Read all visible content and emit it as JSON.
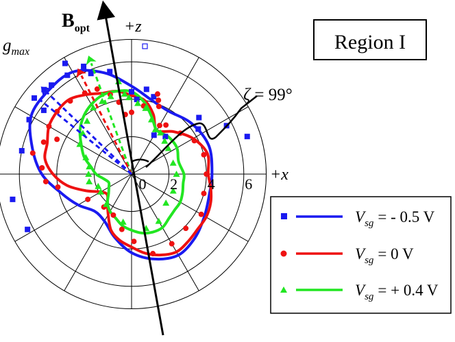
{
  "chart_data": {
    "type": "scatter",
    "coordinate_system": "polar",
    "region_label": "Region I",
    "axes": {
      "vertical_label": "+z",
      "horizontal_label": "+x",
      "radial_ticks": [
        0,
        2,
        4,
        6
      ],
      "radial_max": 7.2,
      "grid": true
    },
    "annotations": {
      "b_field": {
        "main": "B",
        "sub": "opt"
      },
      "g_max": {
        "main": "g",
        "sub": "max"
      },
      "zeta": {
        "symbol": "ζ",
        "text": " = 99°"
      }
    },
    "legend": {
      "position": "bottom-right",
      "entries": [
        {
          "var": "V",
          "sub": "sg",
          "text": "= - 0.5 V"
        },
        {
          "var": "V",
          "sub": "sg",
          "text": "= 0 V"
        },
        {
          "var": "V",
          "sub": "sg",
          "text": "= + 0.4 V"
        }
      ]
    },
    "series": [
      {
        "marker": "square",
        "color": "#1a1af0",
        "points": [
          [
            114,
            6.3
          ],
          [
            121,
            6.9
          ],
          [
            132,
            6.4
          ],
          [
            136,
            6.5
          ],
          [
            142,
            6.6
          ],
          [
            152,
            6.2
          ],
          [
            168,
            6.0
          ],
          [
            192,
            6.5
          ],
          [
            208,
            6.3
          ],
          [
            102,
            5.6
          ],
          [
            90,
            4.4
          ],
          [
            80,
            4.6
          ],
          [
            74,
            4.3
          ],
          [
            60,
            2.4
          ],
          [
            48,
            2.7
          ],
          [
            34,
            4.3
          ],
          [
            27,
            5.7
          ],
          [
            112,
            5.8
          ],
          [
            123,
            6.3
          ],
          [
            144,
            5.8
          ],
          [
            86,
            4.0
          ],
          [
            40,
            4.7
          ],
          [
            18,
            6.5
          ]
        ],
        "curve": [
          [
            0,
            4.3
          ],
          [
            20,
            4.4
          ],
          [
            40,
            4.2
          ],
          [
            60,
            3.9
          ],
          [
            75,
            4.1
          ],
          [
            90,
            4.7
          ],
          [
            105,
            5.6
          ],
          [
            120,
            6.3
          ],
          [
            135,
            6.3
          ],
          [
            150,
            6.2
          ],
          [
            165,
            5.5
          ],
          [
            180,
            4.8
          ],
          [
            195,
            3.9
          ],
          [
            210,
            3.3
          ],
          [
            225,
            2.8
          ],
          [
            240,
            2.9
          ],
          [
            255,
            3.5
          ],
          [
            270,
            4.2
          ],
          [
            285,
            4.7
          ],
          [
            300,
            5.0
          ],
          [
            315,
            4.8
          ],
          [
            330,
            4.5
          ],
          [
            345,
            4.3
          ]
        ]
      },
      {
        "marker": "circle",
        "color": "#ee1111",
        "points": [
          [
            70,
            4.2
          ],
          [
            80,
            3.7
          ],
          [
            90,
            3.3
          ],
          [
            96,
            3.2
          ],
          [
            105,
            4.4
          ],
          [
            112,
            4.9
          ],
          [
            120,
            5.0
          ],
          [
            130,
            5.1
          ],
          [
            140,
            5.2
          ],
          [
            150,
            5.1
          ],
          [
            160,
            5.0
          ],
          [
            168,
            5.4
          ],
          [
            176,
            4.8
          ],
          [
            190,
            4.0
          ],
          [
            210,
            2.7
          ],
          [
            230,
            2.3
          ],
          [
            246,
            2.4
          ],
          [
            260,
            3.0
          ],
          [
            272,
            3.6
          ],
          [
            285,
            4.4
          ],
          [
            300,
            4.3
          ],
          [
            315,
            4.1
          ],
          [
            330,
            4.3
          ],
          [
            345,
            4.0
          ],
          [
            0,
            4.0
          ],
          [
            15,
            4.0
          ],
          [
            28,
            3.8
          ],
          [
            40,
            3.4
          ],
          [
            55,
            3.2
          ],
          [
            60,
            3.0
          ],
          [
            100,
            3.9
          ],
          [
            155,
            4.4
          ],
          [
            185,
            4.6
          ],
          [
            72,
            4.5
          ],
          [
            68,
            3.9
          ]
        ],
        "curve": [
          [
            0,
            4.1
          ],
          [
            15,
            4.2
          ],
          [
            30,
            3.8
          ],
          [
            45,
            3.2
          ],
          [
            60,
            2.7
          ],
          [
            70,
            3.4
          ],
          [
            80,
            4.0
          ],
          [
            90,
            4.2
          ],
          [
            100,
            4.5
          ],
          [
            110,
            4.6
          ],
          [
            120,
            4.9
          ],
          [
            130,
            5.2
          ],
          [
            140,
            5.2
          ],
          [
            150,
            5.1
          ],
          [
            160,
            4.8
          ],
          [
            170,
            4.7
          ],
          [
            180,
            4.2
          ],
          [
            190,
            3.5
          ],
          [
            200,
            2.6
          ],
          [
            210,
            1.9
          ],
          [
            220,
            1.7
          ],
          [
            230,
            2.0
          ],
          [
            240,
            2.5
          ],
          [
            250,
            3.2
          ],
          [
            260,
            3.6
          ],
          [
            270,
            3.9
          ],
          [
            280,
            4.3
          ],
          [
            290,
            4.6
          ],
          [
            300,
            4.8
          ],
          [
            310,
            4.7
          ],
          [
            320,
            4.6
          ],
          [
            330,
            4.6
          ],
          [
            340,
            4.5
          ],
          [
            350,
            4.3
          ]
        ]
      },
      {
        "marker": "triangle",
        "color": "#22e622",
        "points": [
          [
            95,
            4.3
          ],
          [
            105,
            4.3
          ],
          [
            112,
            4.2
          ],
          [
            120,
            4.1
          ],
          [
            130,
            3.7
          ],
          [
            140,
            3.4
          ],
          [
            150,
            3.2
          ],
          [
            160,
            2.6
          ],
          [
            170,
            2.3
          ],
          [
            180,
            2.3
          ],
          [
            190,
            2.3
          ],
          [
            200,
            1.9
          ],
          [
            210,
            1.9
          ],
          [
            230,
            2.1
          ],
          [
            260,
            2.6
          ],
          [
            285,
            3.0
          ],
          [
            300,
            2.9
          ],
          [
            320,
            2.4
          ],
          [
            338,
            2.4
          ],
          [
            0,
            2.4
          ],
          [
            15,
            2.3
          ],
          [
            35,
            2.4
          ],
          [
            45,
            2.5
          ],
          [
            55,
            2.7
          ],
          [
            62,
            2.7
          ],
          [
            70,
            3.1
          ],
          [
            78,
            3.6
          ],
          [
            85,
            3.8
          ],
          [
            92,
            4.1
          ],
          [
            98,
            5.0
          ]
        ],
        "curve": [
          [
            0,
            2.8
          ],
          [
            15,
            2.6
          ],
          [
            30,
            2.8
          ],
          [
            45,
            2.8
          ],
          [
            60,
            2.7
          ],
          [
            70,
            3.2
          ],
          [
            80,
            3.9
          ],
          [
            90,
            4.4
          ],
          [
            100,
            4.5
          ],
          [
            110,
            4.5
          ],
          [
            120,
            4.3
          ],
          [
            130,
            4.0
          ],
          [
            140,
            3.6
          ],
          [
            150,
            3.1
          ],
          [
            160,
            2.7
          ],
          [
            170,
            2.2
          ],
          [
            180,
            1.9
          ],
          [
            190,
            1.5
          ],
          [
            200,
            1.3
          ],
          [
            210,
            1.4
          ],
          [
            220,
            1.6
          ],
          [
            230,
            2.0
          ],
          [
            240,
            2.3
          ],
          [
            250,
            2.5
          ],
          [
            260,
            2.8
          ],
          [
            270,
            3.0
          ],
          [
            280,
            3.2
          ],
          [
            290,
            3.3
          ],
          [
            300,
            3.3
          ],
          [
            310,
            3.1
          ],
          [
            320,
            3.0
          ],
          [
            330,
            3.0
          ],
          [
            340,
            2.9
          ],
          [
            350,
            2.8
          ]
        ]
      }
    ],
    "gmax_arrow_angles": [
      110,
      117,
      136,
      141
    ]
  }
}
